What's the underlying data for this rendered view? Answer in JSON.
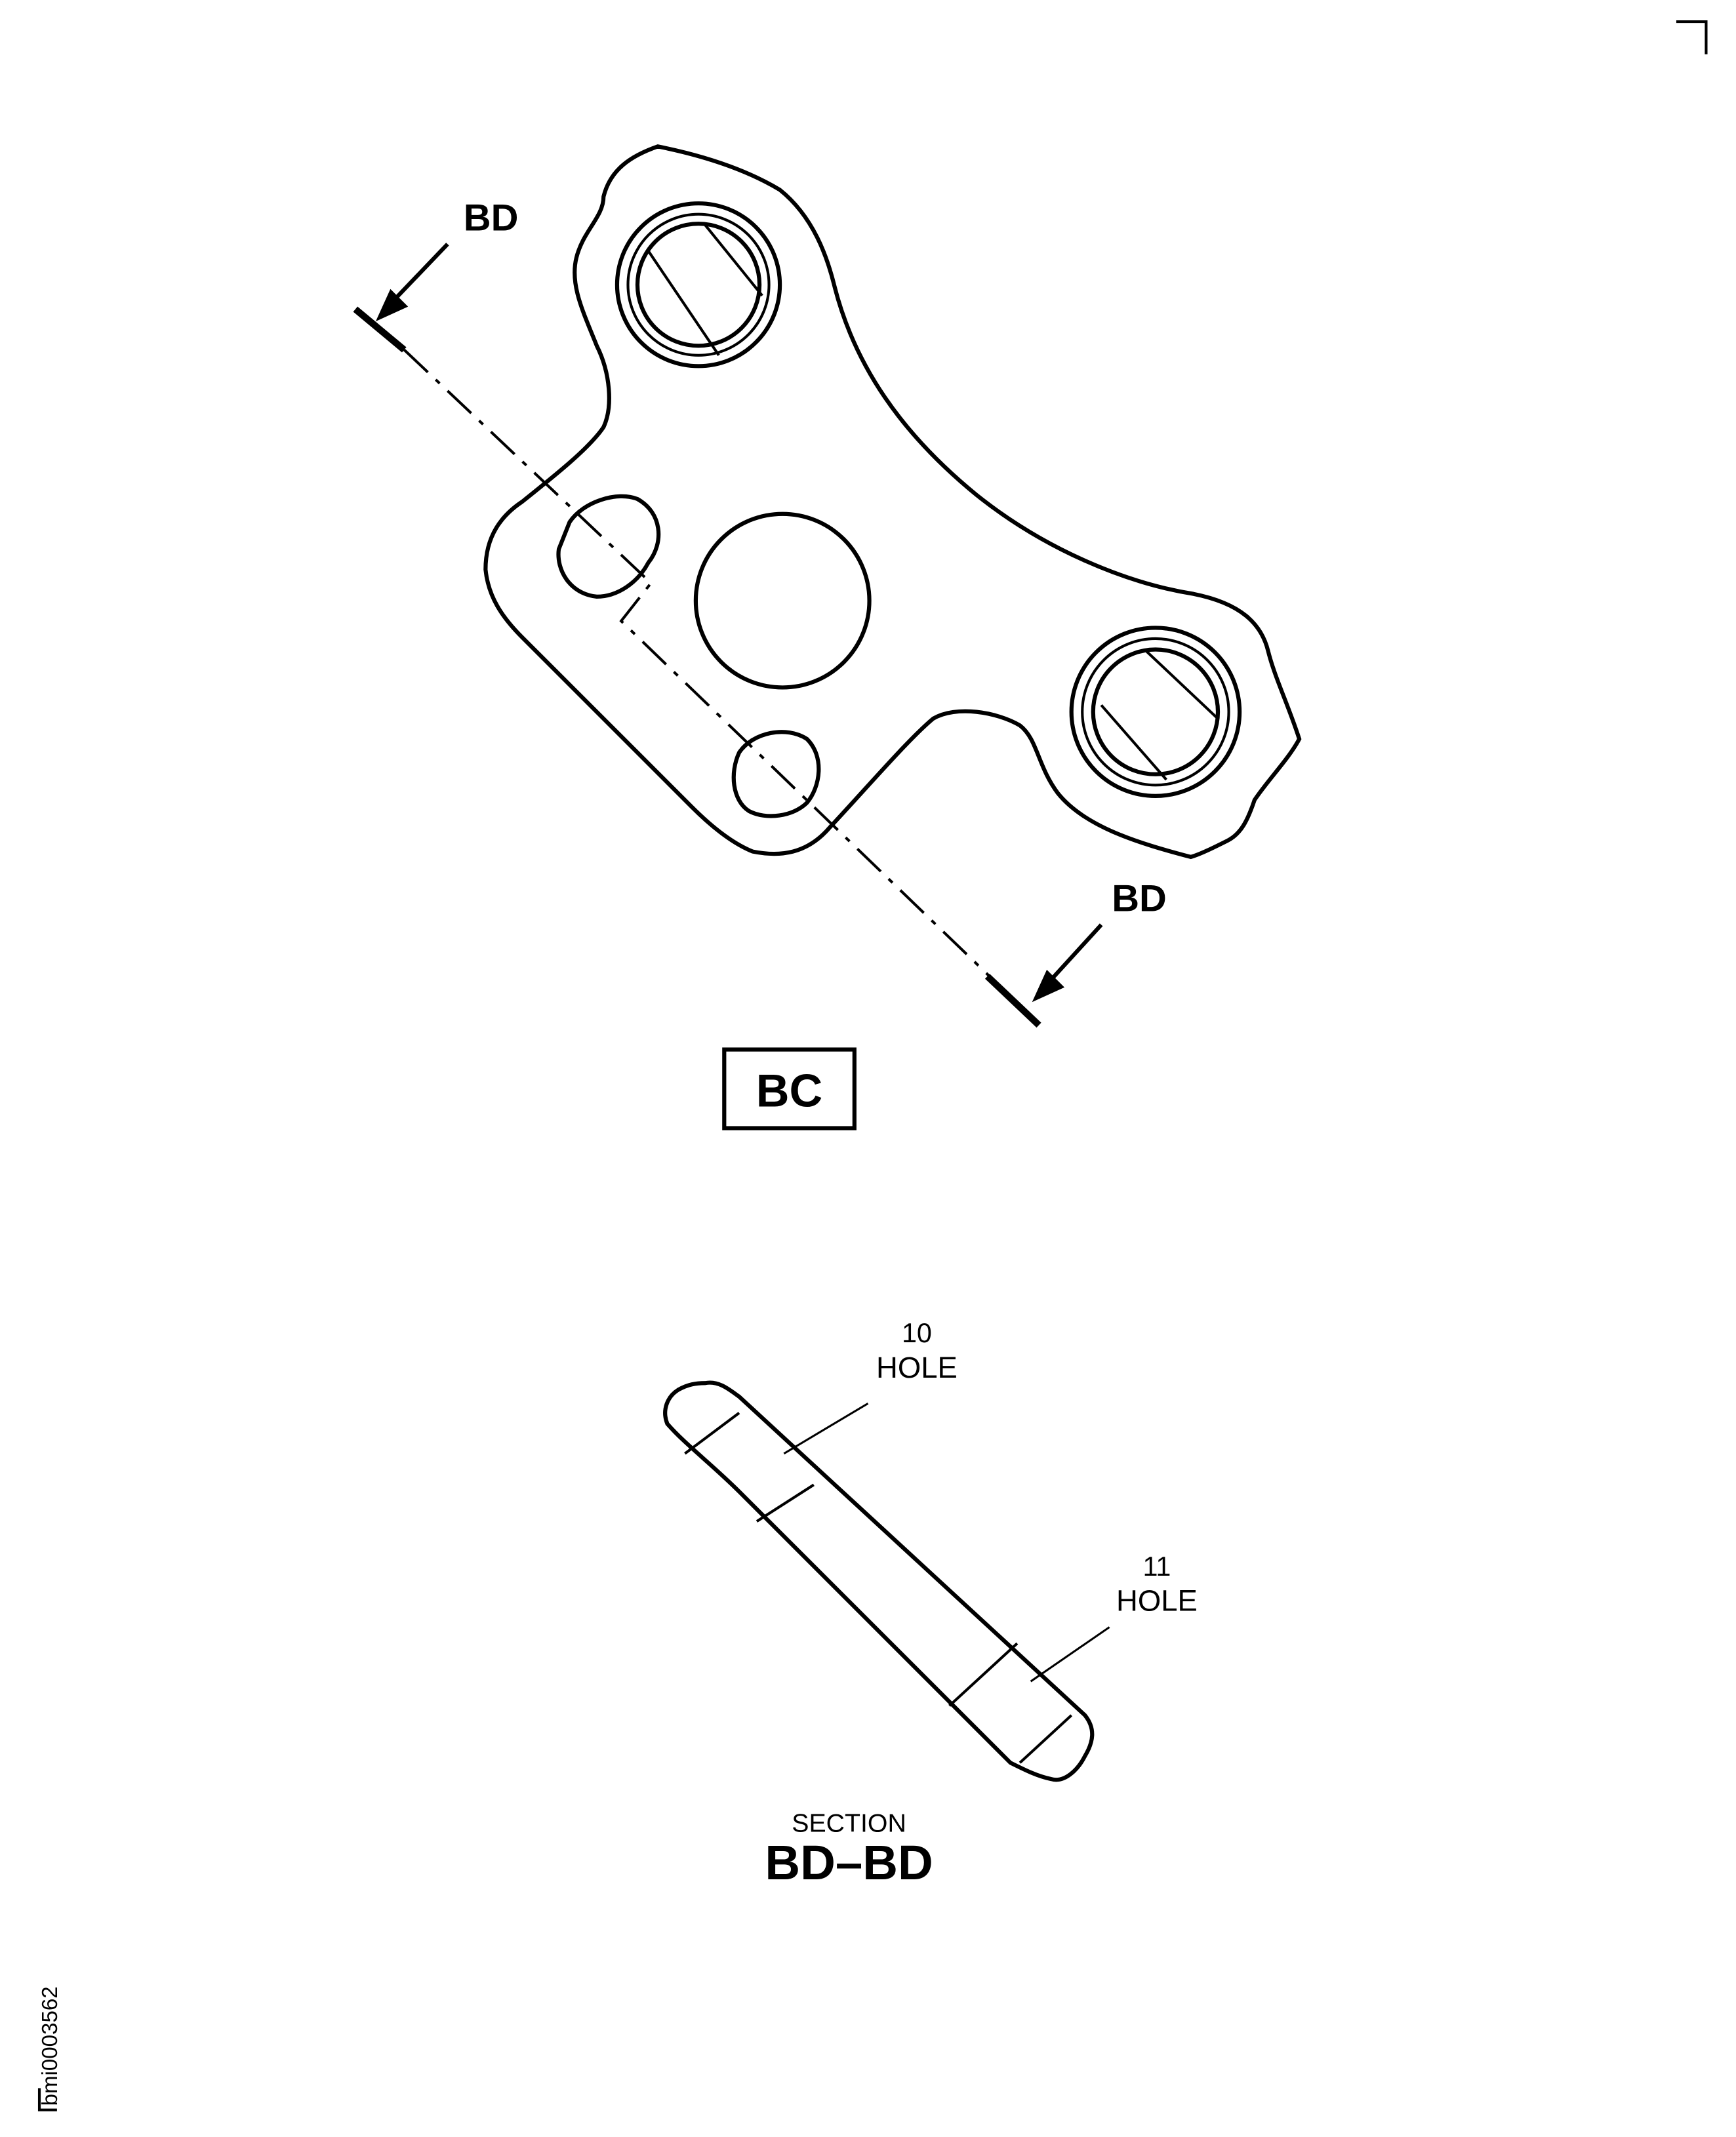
{
  "view_label": "BC",
  "section_marker_top": "BD",
  "section_marker_bottom": "BD",
  "callouts": [
    {
      "number": "10",
      "label": "HOLE"
    },
    {
      "number": "11",
      "label": "HOLE"
    }
  ],
  "section_caption": {
    "small": "SECTION",
    "large": "BD–BD"
  },
  "figure_id": "bmi0003562"
}
